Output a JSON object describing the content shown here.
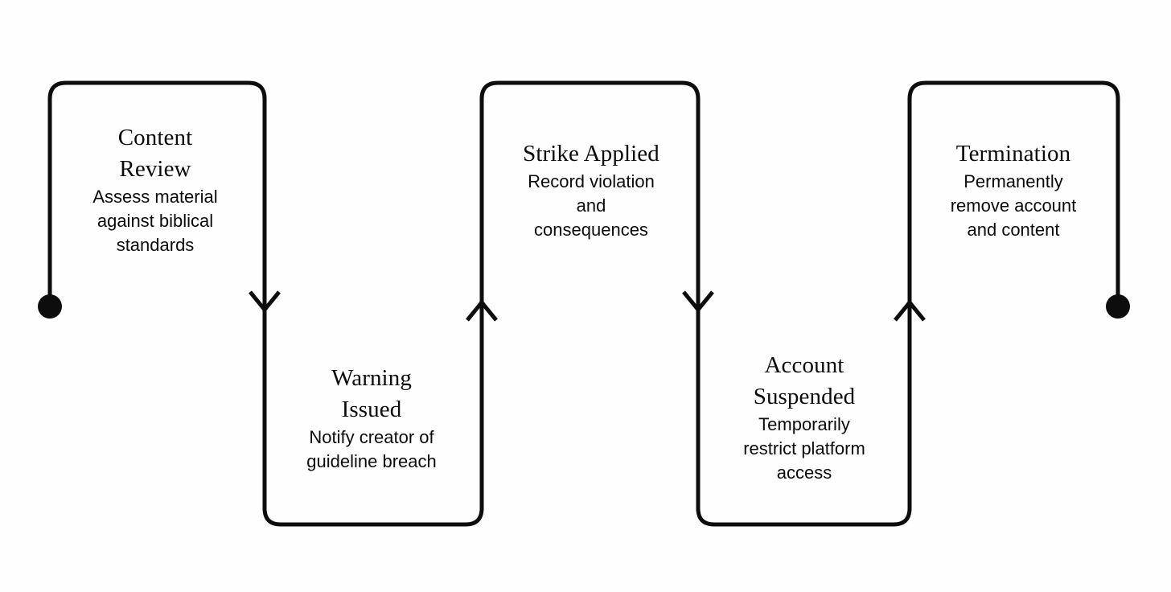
{
  "diagram": {
    "type": "serpentine-flow",
    "orientation": "horizontal-snake",
    "background_color": "#fefefe",
    "stroke_color": "#0d0d0d",
    "stroke_width": 5,
    "start_marker": "filled-dot",
    "end_marker": "filled-dot",
    "connector_marker": "chevron-arrowhead",
    "steps": [
      {
        "index": 1,
        "title": "Content\nReview",
        "description": "Assess material\nagainst biblical\nstandards",
        "position": "top",
        "marker": "start-dot",
        "outgoing_arrow": "down"
      },
      {
        "index": 2,
        "title": "Warning\nIssued",
        "description": "Notify creator of\nguideline breach",
        "position": "bottom",
        "marker": "none",
        "outgoing_arrow": "up"
      },
      {
        "index": 3,
        "title": "Strike Applied",
        "description": "Record violation\nand\nconsequences",
        "position": "top",
        "marker": "none",
        "outgoing_arrow": "down"
      },
      {
        "index": 4,
        "title": "Account\nSuspended",
        "description": "Temporarily\nrestrict platform\naccess",
        "position": "bottom",
        "marker": "none",
        "outgoing_arrow": "up"
      },
      {
        "index": 5,
        "title": "Termination",
        "description": "Permanently\nremove account\nand content",
        "position": "top",
        "marker": "end-dot",
        "outgoing_arrow": "none"
      }
    ]
  }
}
